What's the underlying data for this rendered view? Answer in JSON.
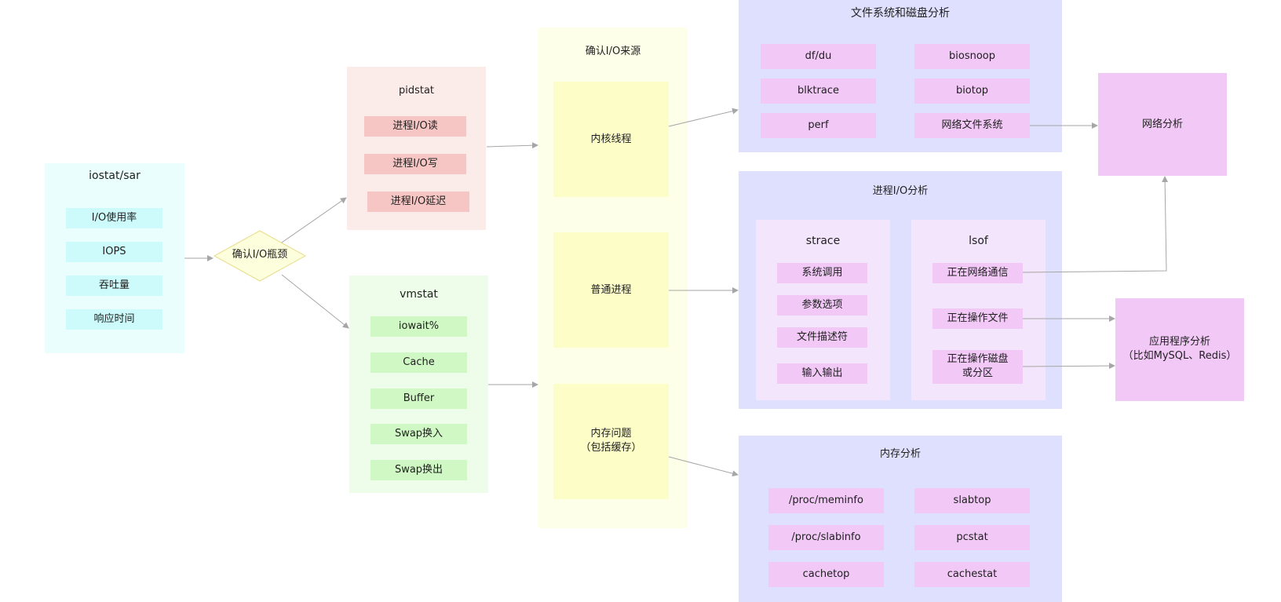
{
  "iostat": {
    "title": "iostat/sar",
    "items": [
      "I/O使用率",
      "IOPS",
      "吞吐量",
      "响应时间"
    ]
  },
  "decision": {
    "label": "确认I/O瓶颈"
  },
  "pidstat": {
    "title": "pidstat",
    "items": [
      "进程I/O读",
      "进程I/O写",
      "进程I/O延迟"
    ]
  },
  "vmstat": {
    "title": "vmstat",
    "items": [
      "iowait%",
      "Cache",
      "Buffer",
      "Swap换入",
      "Swap换出"
    ]
  },
  "source": {
    "title": "确认I/O来源",
    "kernel_thread": "内核线程",
    "normal_process": "普通进程",
    "memory_issue_line1": "内存问题",
    "memory_issue_line2": "（包括缓存）"
  },
  "fs_disk": {
    "title": "文件系统和磁盘分析",
    "items": [
      "df/du",
      "biosnoop",
      "blktrace",
      "biotop",
      "perf",
      "网络文件系统"
    ]
  },
  "process_io": {
    "title": "进程I/O分析",
    "strace": {
      "title": "strace",
      "items": [
        "系统调用",
        "参数选项",
        "文件描述符",
        "输入输出"
      ]
    },
    "lsof": {
      "title": "lsof",
      "items": [
        "正在网络通信",
        "正在操作文件",
        "正在操作磁盘",
        "或分区"
      ]
    }
  },
  "memory": {
    "title": "内存分析",
    "items": [
      "/proc/meminfo",
      "slabtop",
      "/proc/slabinfo",
      "pcstat",
      "cachetop",
      "cachestat"
    ]
  },
  "network": {
    "title": "网络分析"
  },
  "app": {
    "line1": "应用程序分析",
    "line2": "（比如MySQL、Redis）"
  },
  "colors": {
    "arrow": "#a6a6a6",
    "cyan_bg": "#eafffd",
    "pink_bg": "#fbecea",
    "green_bg": "#eefdea",
    "yellow_bg": "#fdffe8",
    "lavender_bg": "#dfe0fd",
    "magenta_item": "#f1c8f6"
  }
}
